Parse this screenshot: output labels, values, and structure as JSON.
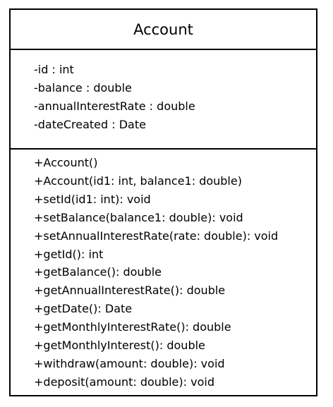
{
  "class": {
    "name": "Account",
    "attributes": [
      "-id : int",
      "-balance : double",
      "-annualInterestRate : double",
      "-dateCreated : Date"
    ],
    "operations": [
      "+Account()",
      "+Account(id1: int, balance1: double)",
      "+setId(id1: int): void",
      "+setBalance(balance1: double): void",
      "+setAnnualInterestRate(rate: double): void",
      "+getId(): int",
      "+getBalance(): double",
      "+getAnnualInterestRate(): double",
      "+getDate(): Date",
      "+getMonthlyInterestRate(): double",
      "+getMonthlyInterest(): double",
      "+withdraw(amount: double): void",
      "+deposit(amount: double): void"
    ]
  }
}
